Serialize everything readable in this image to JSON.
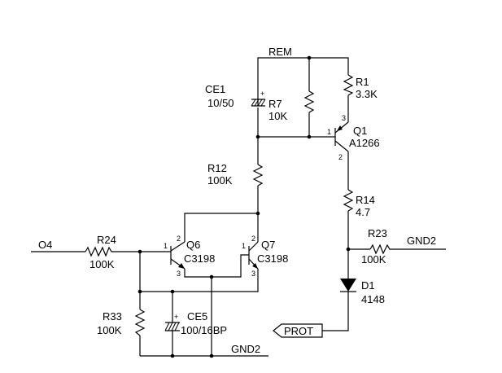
{
  "nets": {
    "rem": "REM",
    "o4": "O4",
    "gnd2_r23": "GND2",
    "gnd2_bottom": "GND2",
    "prot": "PROT"
  },
  "components": {
    "ce1": {
      "ref": "CE1",
      "value": "10/50",
      "plus": "+"
    },
    "r7": {
      "ref": "R7",
      "value": "10K"
    },
    "r1": {
      "ref": "R1",
      "value": "3.3K"
    },
    "q1": {
      "ref": "Q1",
      "value": "A1266",
      "pins": [
        "1",
        "2",
        "3"
      ]
    },
    "r12": {
      "ref": "R12",
      "value": "100K"
    },
    "r14": {
      "ref": "R14",
      "value": "4.7"
    },
    "r23": {
      "ref": "R23",
      "value": "100K"
    },
    "r24": {
      "ref": "R24",
      "value": "100K"
    },
    "q6": {
      "ref": "Q6",
      "value": "C3198",
      "pins": [
        "1",
        "2",
        "3"
      ]
    },
    "q7": {
      "ref": "Q7",
      "value": "C3198",
      "pins": [
        "1",
        "2",
        "3"
      ]
    },
    "d1": {
      "ref": "D1",
      "value": "4148"
    },
    "r33": {
      "ref": "R33",
      "value": "100K"
    },
    "ce5": {
      "ref": "CE5",
      "value": "100/16BP",
      "plus": "+"
    }
  }
}
